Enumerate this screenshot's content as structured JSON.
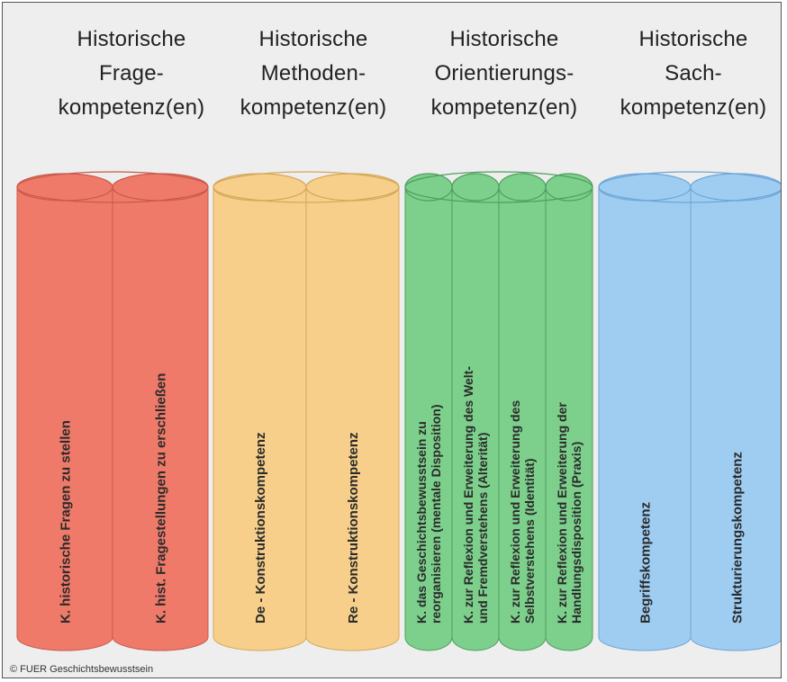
{
  "columns": [
    {
      "title_lines": [
        "Historische",
        "Frage-",
        "kompetenz(en)"
      ],
      "color": "#ef7a6a",
      "stroke": "#c85a4c",
      "items": [
        "K. historische Fragen zu stellen",
        "K. hist. Fragestellungen zu erschließen"
      ]
    },
    {
      "title_lines": [
        "Historische",
        "Methoden-",
        "kompetenz(en)"
      ],
      "color": "#f7cf8a",
      "stroke": "#d4a85a",
      "items": [
        "De - Konstruktionskompetenz",
        "Re - Konstruktionskompetenz"
      ]
    },
    {
      "title_lines": [
        "Historische",
        "Orientierungs-",
        "kompetenz(en)"
      ],
      "color": "#7dcf8c",
      "stroke": "#4f9e5e",
      "items": [
        "K. das Geschichtsbewusstsein zu|reorganisieren (mentale Disposition)",
        "K. zur Reflexion und Erweiterung des Welt-|und Fremdverstehens (Alterität)",
        "K. zur Reflexion und Erweiterung des|Selbstverstehens (Identität)",
        "K. zur Reflexion und Erweiterung der|Handlungsdisposition (Praxis)"
      ]
    },
    {
      "title_lines": [
        "Historische",
        "Sach-",
        "kompetenz(en)"
      ],
      "color": "#9fcdf2",
      "stroke": "#6ea5d6",
      "items": [
        "Begriffskompetenz",
        "Strukturierungskompetenz"
      ]
    }
  ],
  "copyright": "© FUER Geschichtsbewusstsein"
}
